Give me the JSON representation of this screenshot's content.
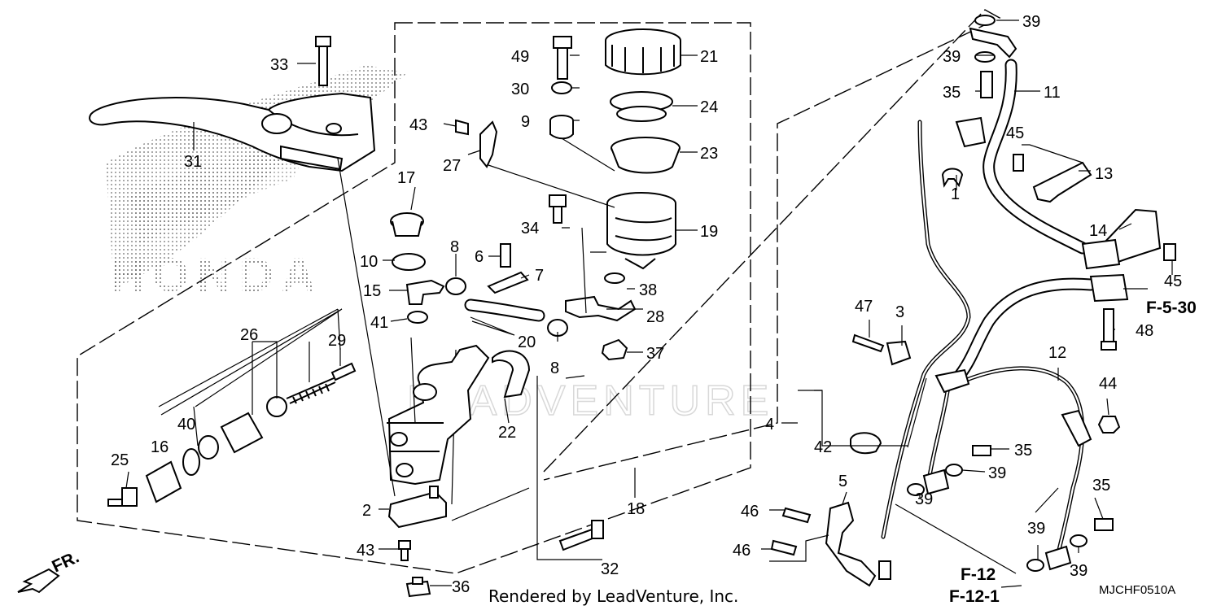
{
  "diagram": {
    "diagram_code": "MJCHF0510A",
    "footer_credit": "Rendered by LeadVenture, Inc.",
    "watermark_text": "LEADVENTURE",
    "background_logo_text": "HONDA",
    "direction_label": "FR.",
    "reference_labels": [
      "F-5-30",
      "F-12",
      "F-12-1"
    ]
  },
  "callouts": {
    "c1": "1",
    "c2": "2",
    "c3": "3",
    "c4": "4",
    "c5": "5",
    "c6": "6",
    "c7": "7",
    "c8a": "8",
    "c8b": "8",
    "c9": "9",
    "c10": "10",
    "c11": "11",
    "c12": "12",
    "c13": "13",
    "c14": "14",
    "c15": "15",
    "c16": "16",
    "c17": "17",
    "c18": "18",
    "c19": "19",
    "c20": "20",
    "c21": "21",
    "c22": "22",
    "c23": "23",
    "c24": "24",
    "c25": "25",
    "c26": "26",
    "c27": "27",
    "c28": "28",
    "c29": "29",
    "c30": "30",
    "c31": "31",
    "c32": "32",
    "c33": "33",
    "c34": "34",
    "c35a": "35",
    "c35b": "35",
    "c35c": "35",
    "c36": "36",
    "c37": "37",
    "c38": "38",
    "c39a": "39",
    "c39b": "39",
    "c39c": "39",
    "c39d": "39",
    "c39e": "39",
    "c39f": "39",
    "c40": "40",
    "c41": "41",
    "c42": "42",
    "c43a": "43",
    "c43b": "43",
    "c44": "44",
    "c45a": "45",
    "c45b": "45",
    "c46a": "46",
    "c46b": "46",
    "c47": "47",
    "c48": "48",
    "c49": "49"
  },
  "colors": {
    "ink": "#000000",
    "background": "#ffffff",
    "watermark": "#d8d8d8"
  }
}
